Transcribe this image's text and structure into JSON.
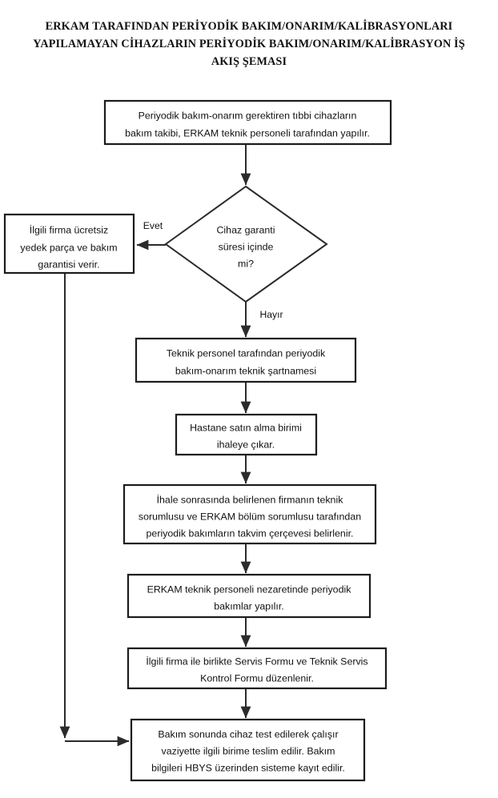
{
  "document": {
    "title_lines": [
      "ERKAM TARAFINDAN PERİYODİK BAKIM/ONARIM/KALİBRASYONLARI",
      "YAPILAMAYAN CİHAZLARIN PERİYODİK BAKIM/ONARIM/KALİBRASYON İŞ",
      "AKIŞ ŞEMASI"
    ]
  },
  "colors": {
    "background": "#ffffff",
    "box_border": "#1c1c1c",
    "connector": "#2b2b2b",
    "text": "#111111"
  },
  "flowchart": {
    "type": "flowchart",
    "orientation": "top-to-bottom",
    "nodes": [
      {
        "id": "n1",
        "shape": "process",
        "lines": [
          "Periyodik bakım-onarım gerektiren tıbbi cihazların",
          "bakım takibi, ERKAM teknik personeli tarafından yapılır."
        ]
      },
      {
        "id": "d1",
        "shape": "decision",
        "lines": [
          "Cihaz garanti",
          "süresi içinde",
          "mi?"
        ]
      },
      {
        "id": "n2",
        "shape": "process",
        "lines": [
          "İlgili firma ücretsiz",
          "yedek parça ve bakım",
          "garantisi verir."
        ]
      },
      {
        "id": "n3",
        "shape": "process",
        "lines": [
          "Teknik personel tarafından periyodik",
          "bakım-onarım teknik şartnamesi"
        ]
      },
      {
        "id": "n4",
        "shape": "process",
        "lines": [
          "Hastane satın alma birimi",
          "ihaleye çıkar."
        ]
      },
      {
        "id": "n5",
        "shape": "process",
        "lines": [
          "İhale sonrasında belirlenen firmanın teknik",
          "sorumlusu ve ERKAM bölüm sorumlusu tarafından",
          "periyodik bakımların takvim çerçevesi belirlenir."
        ]
      },
      {
        "id": "n6",
        "shape": "process",
        "lines": [
          "ERKAM teknik personeli nezaretinde periyodik",
          "bakımlar yapılır."
        ]
      },
      {
        "id": "n7",
        "shape": "process",
        "lines": [
          "İlgili firma ile birlikte Servis Formu ve Teknik Servis",
          "Kontrol Formu düzenlenir."
        ]
      },
      {
        "id": "n8",
        "shape": "process",
        "lines": [
          "Bakım sonunda cihaz test edilerek çalışır",
          "vaziyette ilgili birime teslim edilir. Bakım",
          "bilgileri HBYS üzerinden sisteme kayıt edilir."
        ]
      }
    ],
    "edges": [
      {
        "id": "e1",
        "from": "n1",
        "to": "d1",
        "label": ""
      },
      {
        "id": "e2",
        "from": "d1",
        "to": "n2",
        "label": "Evet"
      },
      {
        "id": "e3",
        "from": "d1",
        "to": "n3",
        "label": "Hayır"
      },
      {
        "id": "e4",
        "from": "n3",
        "to": "n4",
        "label": ""
      },
      {
        "id": "e5",
        "from": "n4",
        "to": "n5",
        "label": ""
      },
      {
        "id": "e6",
        "from": "n5",
        "to": "n6",
        "label": ""
      },
      {
        "id": "e7",
        "from": "n6",
        "to": "n7",
        "label": ""
      },
      {
        "id": "e8",
        "from": "n7",
        "to": "n8",
        "label": ""
      },
      {
        "id": "e9",
        "from": "n2",
        "to": "n8",
        "label": ""
      }
    ]
  }
}
